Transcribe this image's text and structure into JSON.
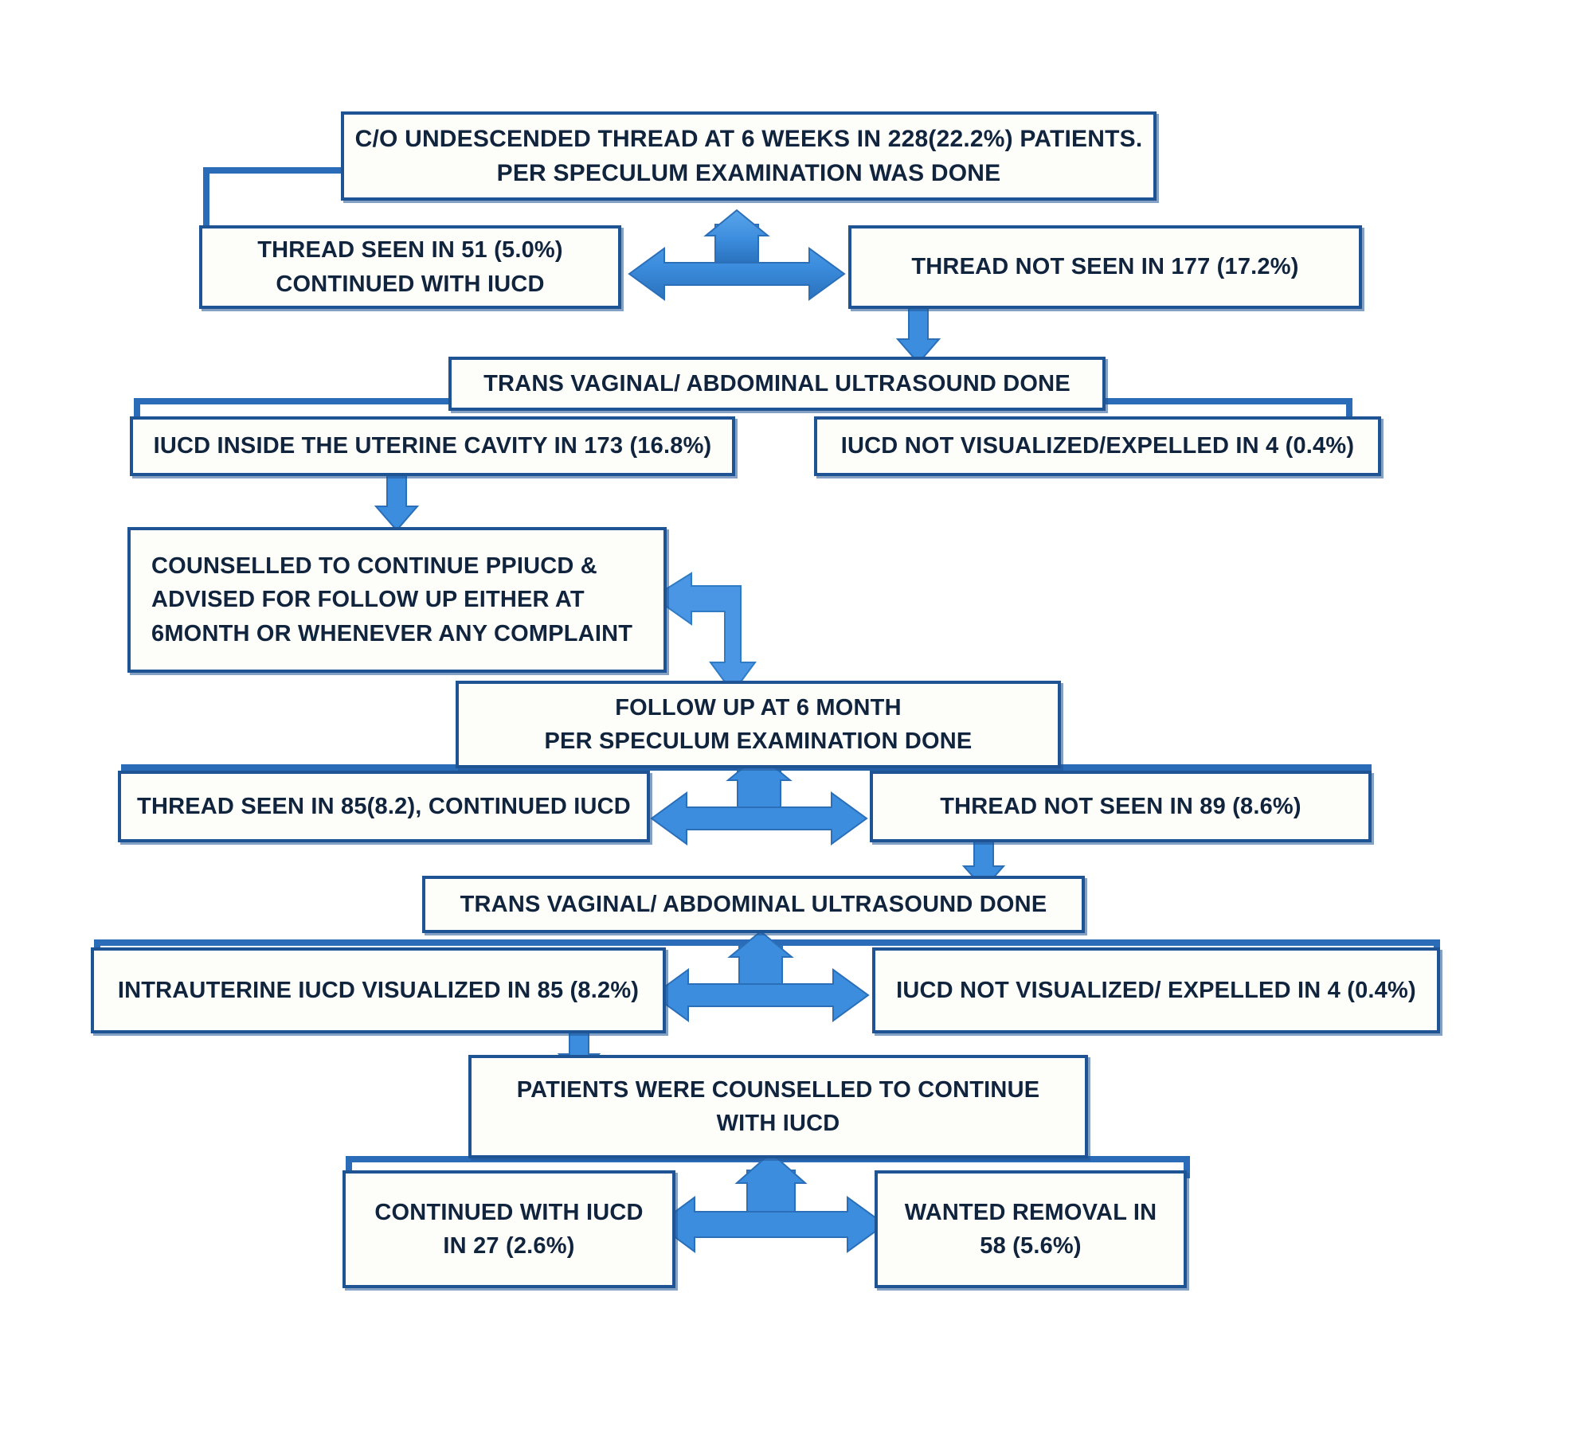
{
  "diagram": {
    "title": "PPIUCD undescended thread follow-up flowchart",
    "type": "flowchart",
    "colors": {
      "box_border": "#1f5494",
      "box_fill": "#fdfdfa",
      "text": "#11243d",
      "arrow_fill": "#3c8dde",
      "arrow_stroke": "#1f5494"
    },
    "nodes": {
      "complaint": {
        "line1": "C/O UNDESCENDED THREAD AT 6 WEEKS IN 228(22.2%)  PATIENTS.",
        "line2": "PER SPECULUM EXAMINATION WAS DONE"
      },
      "thread_seen_6w": {
        "line1": "THREAD SEEN IN 51 (5.0%)",
        "line2": "CONTINUED WITH IUCD"
      },
      "thread_not_seen_6w": {
        "line1": "THREAD NOT SEEN IN 177 (17.2%)"
      },
      "ultrasound_6w": {
        "line1": "TRANS VAGINAL/ ABDOMINAL ULTRASOUND DONE"
      },
      "iucd_inside_cavity": {
        "line1": "IUCD INSIDE THE UTERINE CAVITY IN 173 (16.8%)"
      },
      "iucd_not_visualized_6w": {
        "line1": "IUCD NOT VISUALIZED/EXPELLED IN 4 (0.4%)"
      },
      "counselled_continue": {
        "line1": "COUNSELLED TO CONTINUE PPIUCD &",
        "line2": "ADVISED FOR FOLLOW UP EITHER AT",
        "line3": "6MONTH OR WHENEVER ANY COMPLAINT"
      },
      "follow_up_6m": {
        "line1": "FOLLOW UP AT 6 MONTH",
        "line2": "PER SPECULUM EXAMINATION DONE"
      },
      "thread_seen_6m": {
        "line1": "THREAD SEEN IN 85(8.2), CONTINUED IUCD"
      },
      "thread_not_seen_6m": {
        "line1": "THREAD NOT SEEN IN 89 (8.6%)"
      },
      "ultrasound_6m": {
        "line1": "TRANS VAGINAL/ ABDOMINAL ULTRASOUND DONE"
      },
      "intrauterine_visualized": {
        "line1": "INTRAUTERINE IUCD VISUALIZED IN 85 (8.2%)"
      },
      "iucd_not_visualized_6m": {
        "line1": "IUCD NOT VISUALIZED/ EXPELLED IN 4 (0.4%)"
      },
      "patients_counselled": {
        "line1": "PATIENTS WERE COUNSELLED TO CONTINUE",
        "line2": "WITH IUCD"
      },
      "continued_with_iucd": {
        "line1": "CONTINUED WITH IUCD",
        "line2": "IN 27 (2.6%)"
      },
      "wanted_removal": {
        "line1": "WANTED REMOVAL IN",
        "line2": "58 (5.6%)"
      }
    },
    "connectors": [
      {
        "name": "split-6weeks",
        "kind": "double-headed-horizontal-with-up-stem"
      },
      {
        "name": "not-seen-to-ultrasound-6w",
        "kind": "down-arrow"
      },
      {
        "name": "cavity-to-counselled",
        "kind": "down-arrow"
      },
      {
        "name": "counselled-to-followup",
        "kind": "elbow-left-then-down"
      },
      {
        "name": "split-6month",
        "kind": "double-headed-horizontal-with-up-stem"
      },
      {
        "name": "not-seen-to-ultrasound-6m",
        "kind": "down-arrow"
      },
      {
        "name": "split-ultrasound-6m",
        "kind": "double-headed-horizontal-with-up-stem"
      },
      {
        "name": "visualized-to-counselled",
        "kind": "down-arrow"
      },
      {
        "name": "split-outcome",
        "kind": "double-headed-horizontal-with-up-stem"
      }
    ]
  }
}
